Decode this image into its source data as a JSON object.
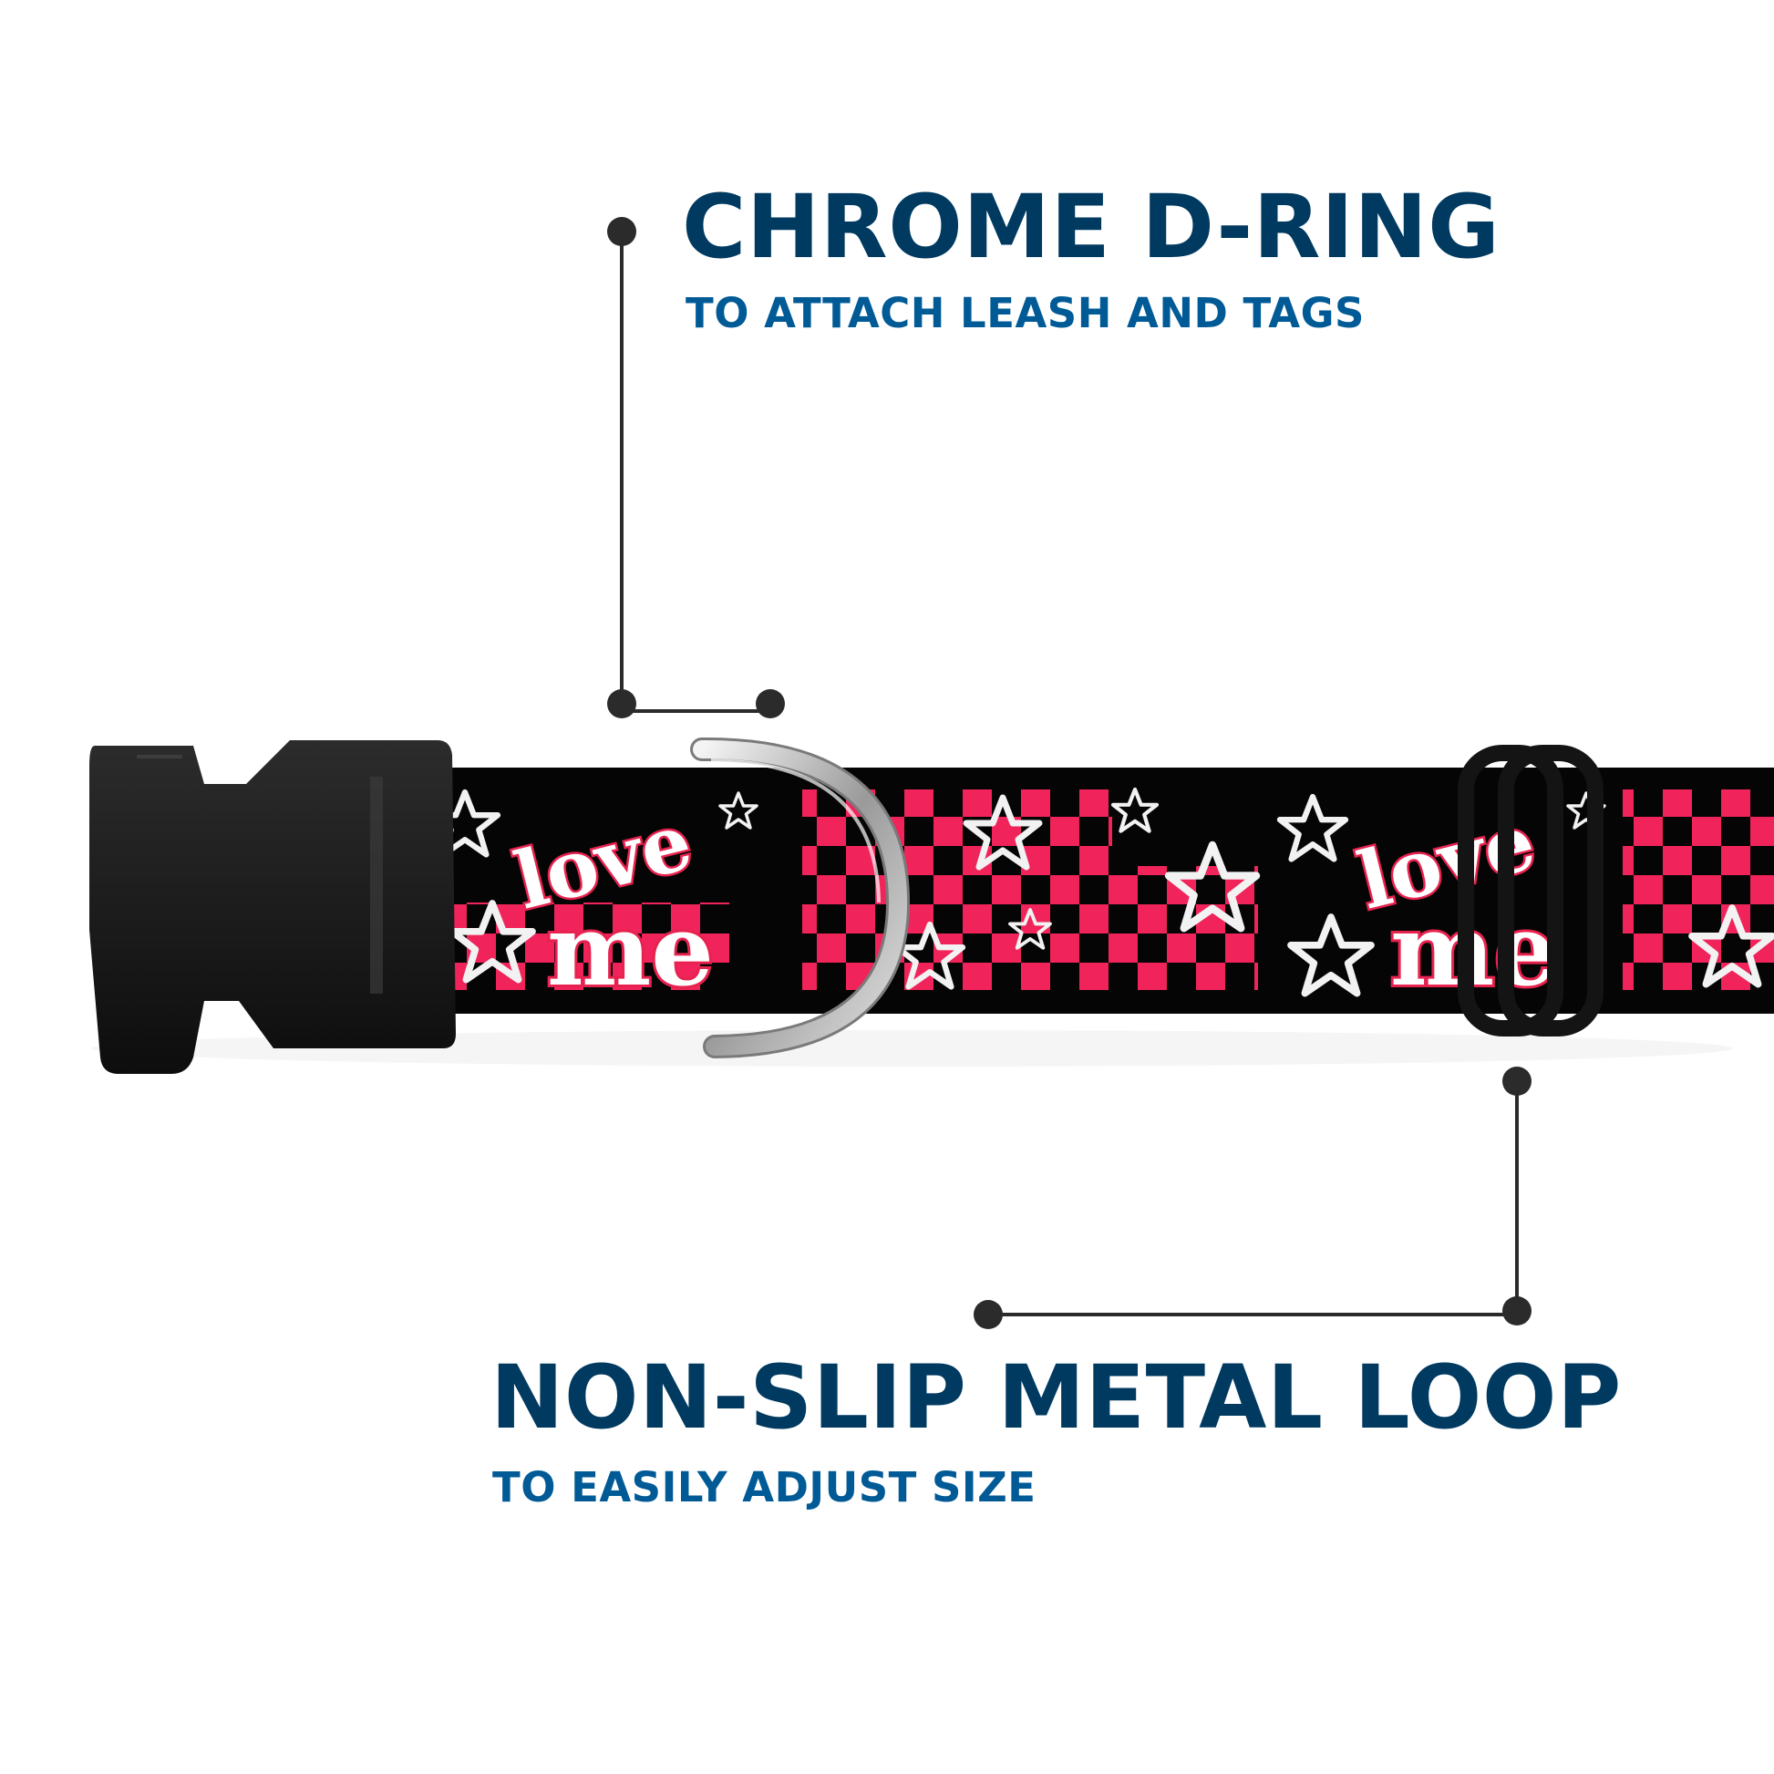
{
  "features": [
    {
      "title": "CHROME D-RING",
      "subtitle": "TO ATTACH LEASH AND TAGS"
    },
    {
      "title": "NON-SLIP METAL LOOP",
      "subtitle": "TO EASILY ADJUST SIZE"
    }
  ],
  "collar_print": {
    "word_top": "love",
    "word_bottom": "me"
  },
  "colors": {
    "title": "#003a60",
    "subtitle": "#005a96",
    "callout": "#2b2b2b",
    "webbing": "#050505",
    "checker": "#f0245a",
    "buckle": "#1a1a1a"
  }
}
